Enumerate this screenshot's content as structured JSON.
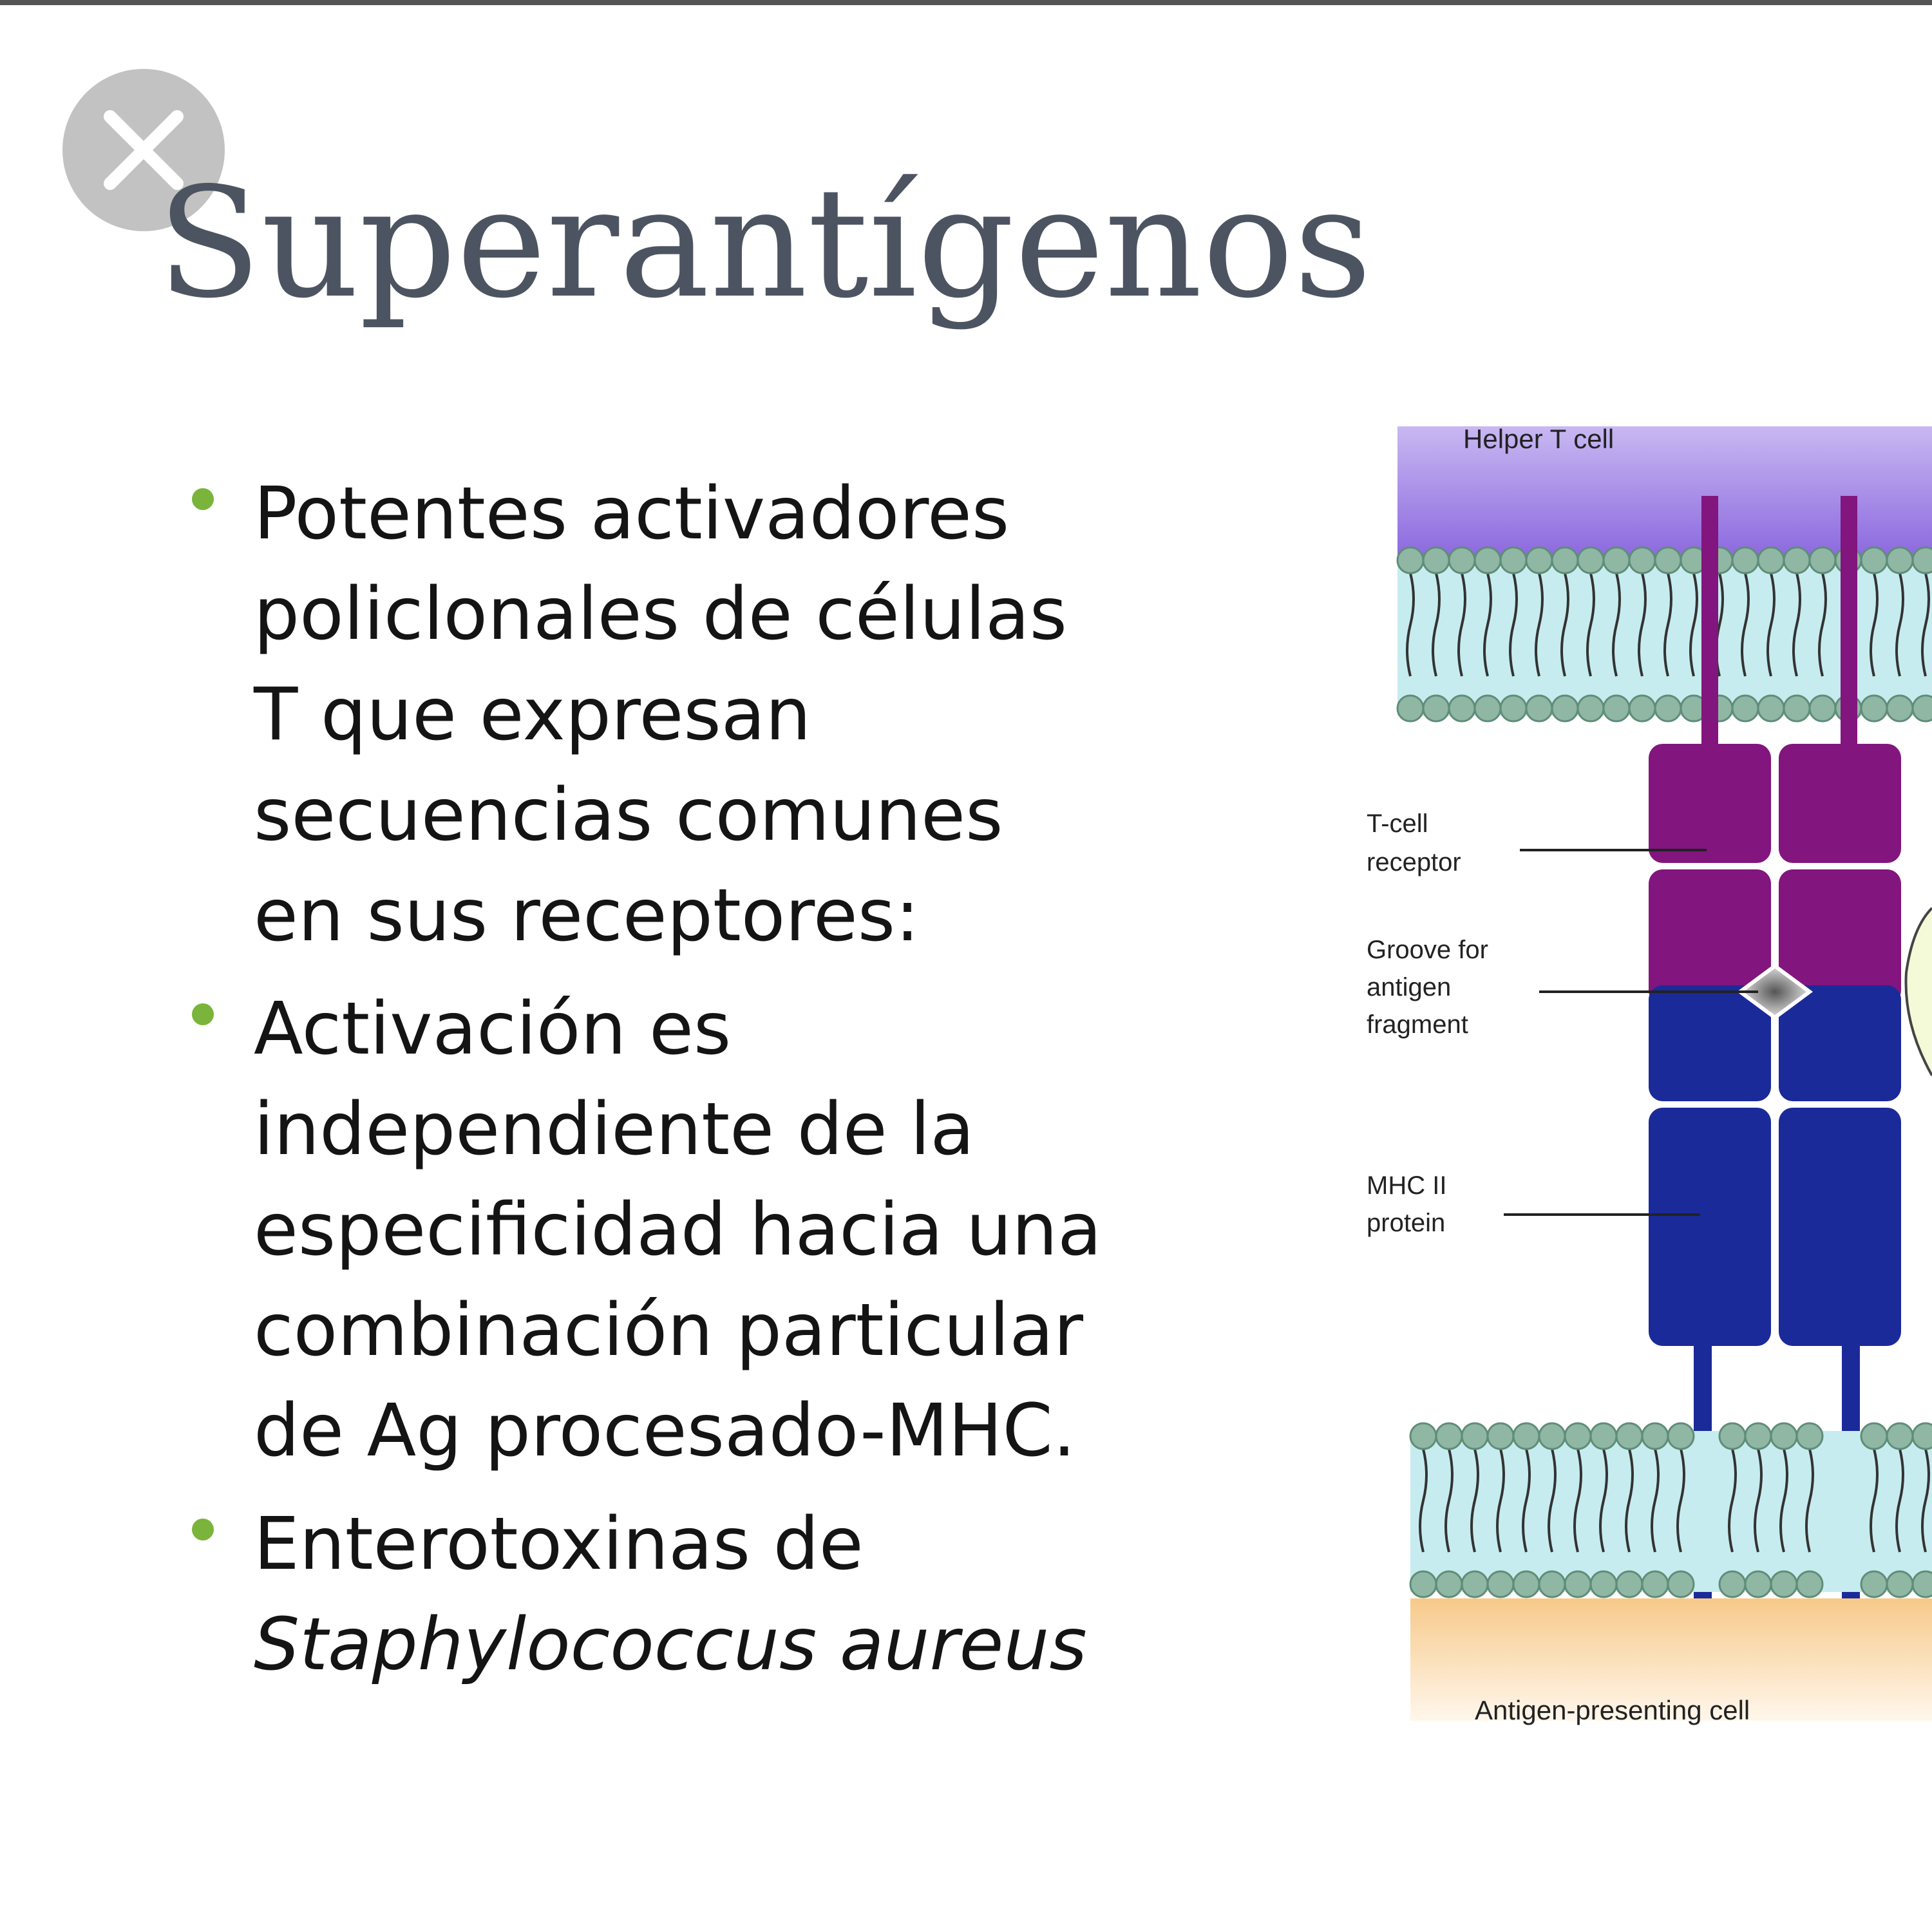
{
  "overlay": {
    "close_icon": "close-icon"
  },
  "slide": {
    "title": "Superantígenos",
    "bullets": [
      {
        "text": "Potentes activadores\npoliclonales de células\nT que expresan\nsecuencias comunes\nen sus receptores:"
      },
      {
        "text": "Activación es\nindependiente de la\nespecificidad hacia una\ncombinación particular\nde Ag procesado-MHC."
      },
      {
        "text": "Enterotoxinas de",
        "italic_text": "Staphylococcus aureus"
      }
    ]
  },
  "diagram": {
    "top_cell": "Helper T cell",
    "bottom_cell": "Antigen-presenting cell",
    "labels": {
      "tcr_line1": "T-cell",
      "tcr_line2": "receptor",
      "groove_line1": "Groove for",
      "groove_line2": "antigen",
      "groove_line3": "fragment",
      "mhc_line1": "MHC II",
      "mhc_line2": "protein"
    }
  },
  "colors": {
    "title": "#4d5461",
    "text": "#141414",
    "bullet": "#7ab43a",
    "tcr": "#82157e",
    "mhc": "#1b2a99",
    "t_cell": "#a88ae6",
    "apc": "#f7c98a",
    "membrane": "#c6ecef",
    "lipid_head": "#8fb7a3"
  }
}
